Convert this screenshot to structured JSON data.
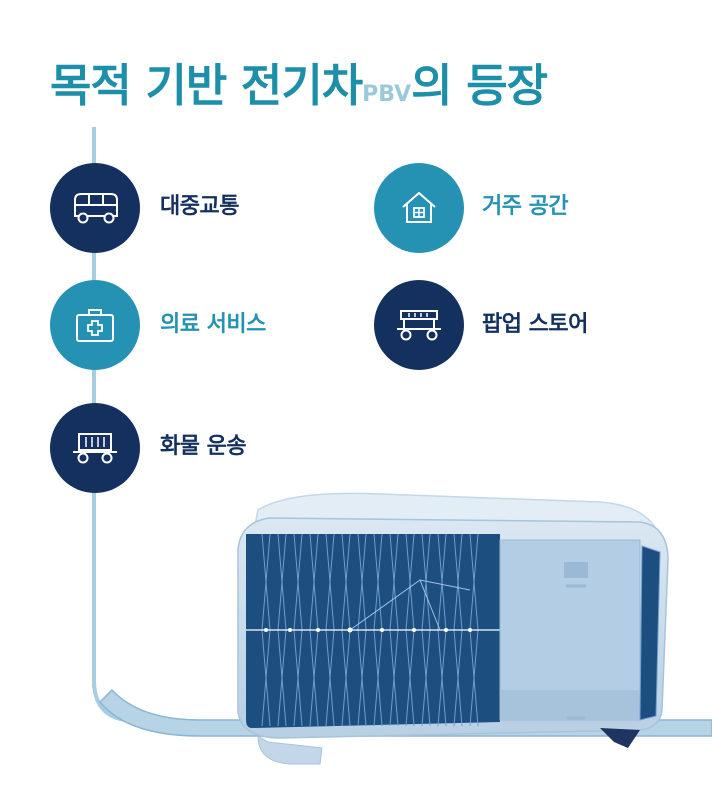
{
  "title": {
    "main": "목적 기반 전기차",
    "abbr": "PBV",
    "suffix": "의 등장"
  },
  "items": [
    {
      "label": "대중교통",
      "icon": "bus-icon",
      "color": "#14305e"
    },
    {
      "label": "거주 공간",
      "icon": "house-icon",
      "color": "#2692b3"
    },
    {
      "label": "의료 서비스",
      "icon": "medical-kit-icon",
      "color": "#2692b3"
    },
    {
      "label": "팝업 스토어",
      "icon": "popup-store-cart-icon",
      "color": "#14305e"
    },
    {
      "label": "화물 운송",
      "icon": "cargo-truck-icon",
      "color": "#14305e"
    }
  ],
  "colors": {
    "title": "#1d8fa8",
    "navy": "#14305e",
    "teal": "#2692b3",
    "road": "#a9cde0"
  }
}
